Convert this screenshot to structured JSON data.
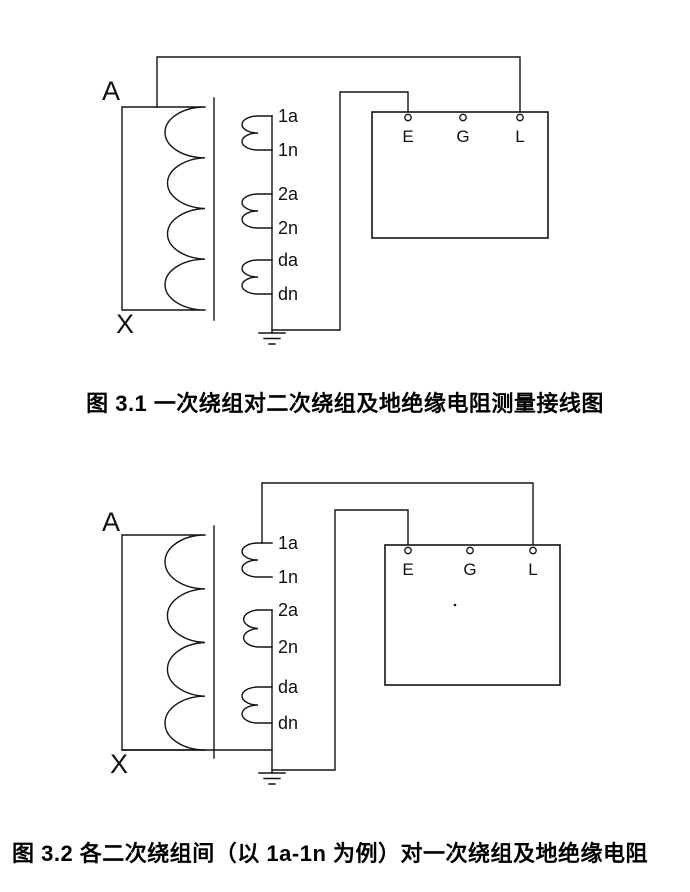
{
  "figure1": {
    "caption": "图 3.1  一次绕组对二次绕组及地绝缘电阻测量接线图",
    "primary_top_label": "A",
    "primary_bottom_label": "X",
    "secondary_terminals": [
      "1a",
      "1n",
      "2a",
      "2n",
      "da",
      "dn"
    ],
    "instrument_terminals": [
      "E",
      "G",
      "L"
    ]
  },
  "figure2": {
    "caption": "图 3.2 各二次绕组间（以 1a-1n 为例）对一次绕组及地绝缘电阻",
    "primary_top_label": "A",
    "primary_bottom_label": "X",
    "secondary_terminals": [
      "1a",
      "1n",
      "2a",
      "2n",
      "da",
      "dn"
    ],
    "instrument_terminals": [
      "E",
      "G",
      "L"
    ]
  }
}
